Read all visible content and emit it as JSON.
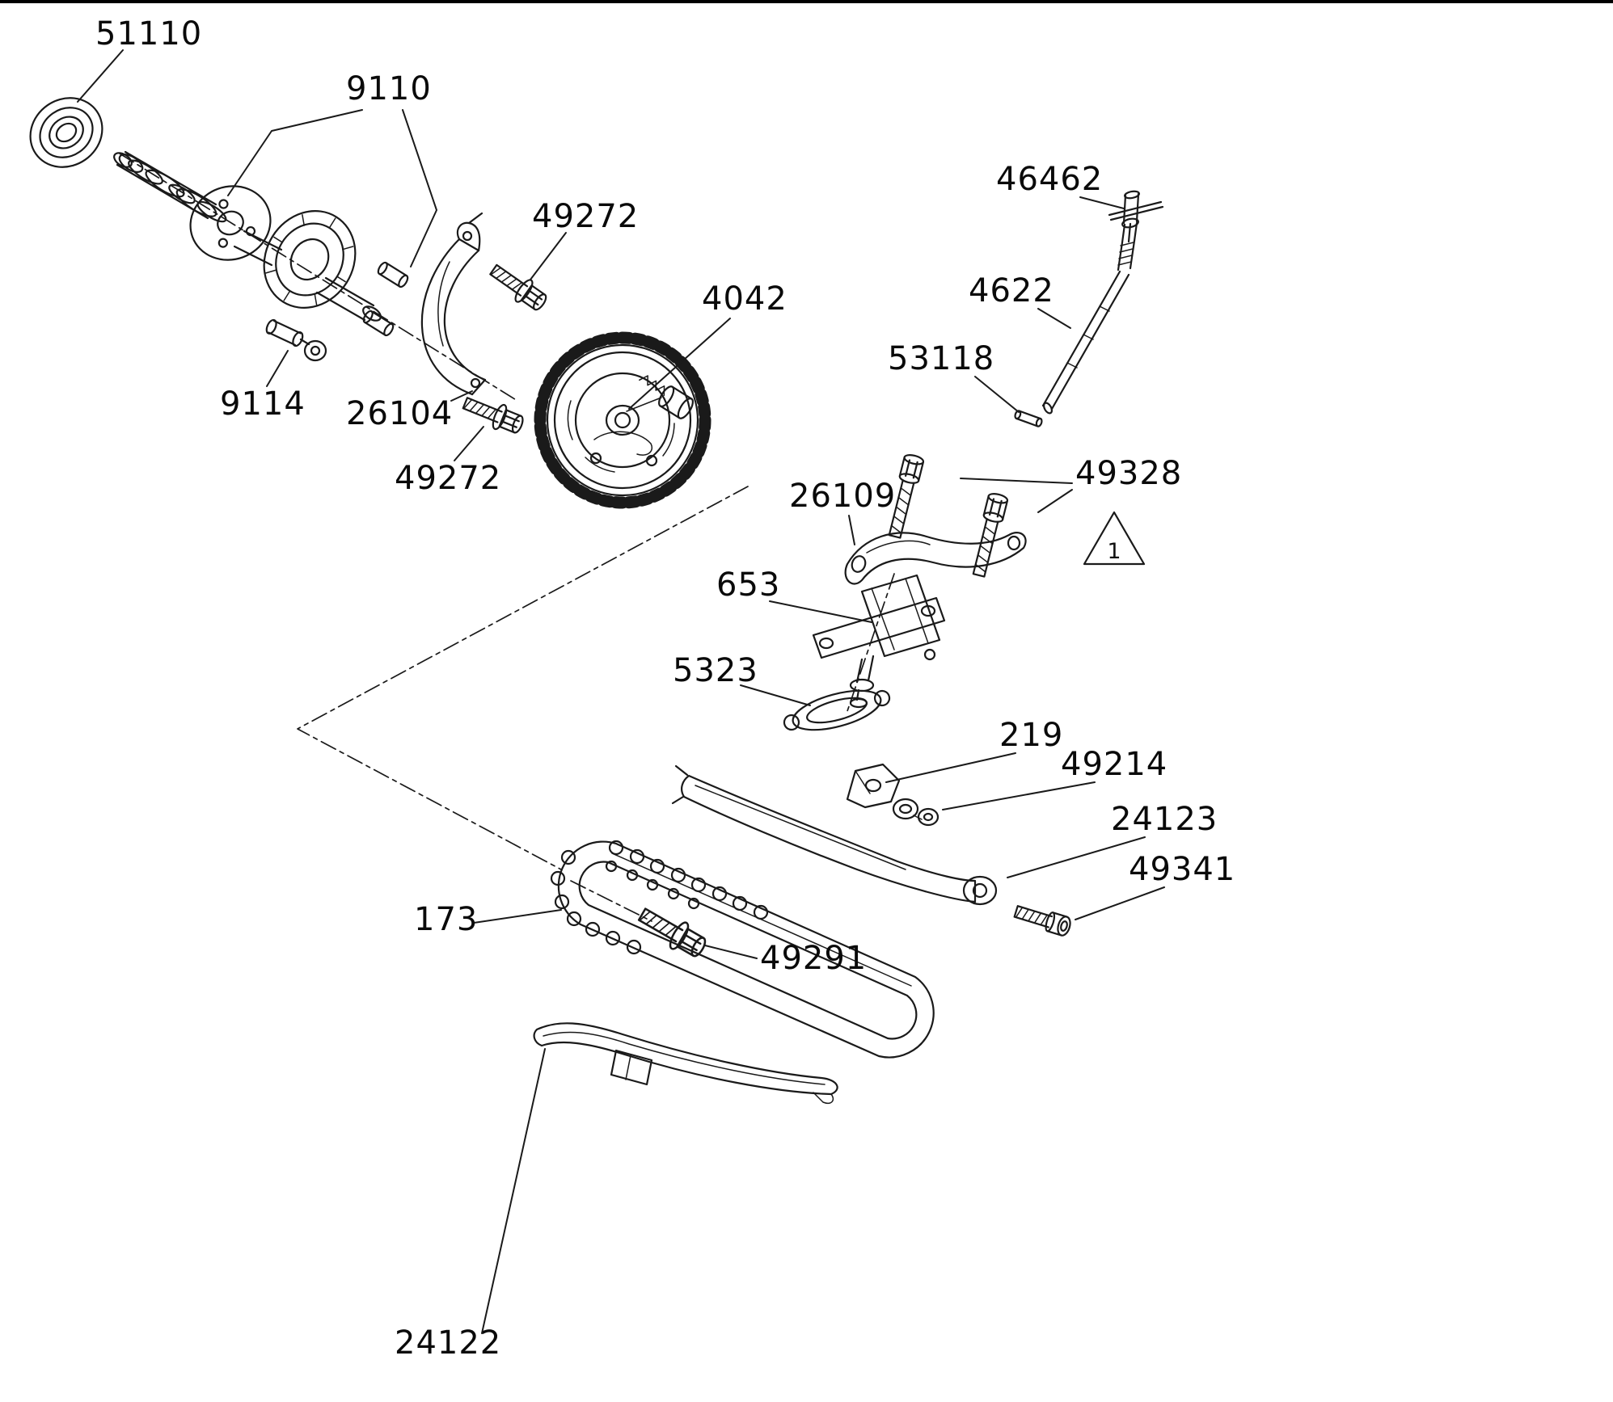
{
  "figure": {
    "note_triangle": "1",
    "colors": {
      "ink": "#1a1a1a",
      "background": "#ffffff"
    },
    "labels": {
      "l51110": "51110",
      "l9110": "9110",
      "l49272": "49272",
      "l4042": "4042",
      "l46462": "46462",
      "l4622": "4622",
      "l53118": "53118",
      "l49328": "49328",
      "l26109": "26109",
      "l653": "653",
      "l5323": "5323",
      "l219": "219",
      "l49214": "49214",
      "l24123": "24123",
      "l49341": "49341",
      "l9114": "9114",
      "l26104": "26104",
      "l173": "173",
      "l49291": "49291",
      "l24122": "24122"
    }
  }
}
